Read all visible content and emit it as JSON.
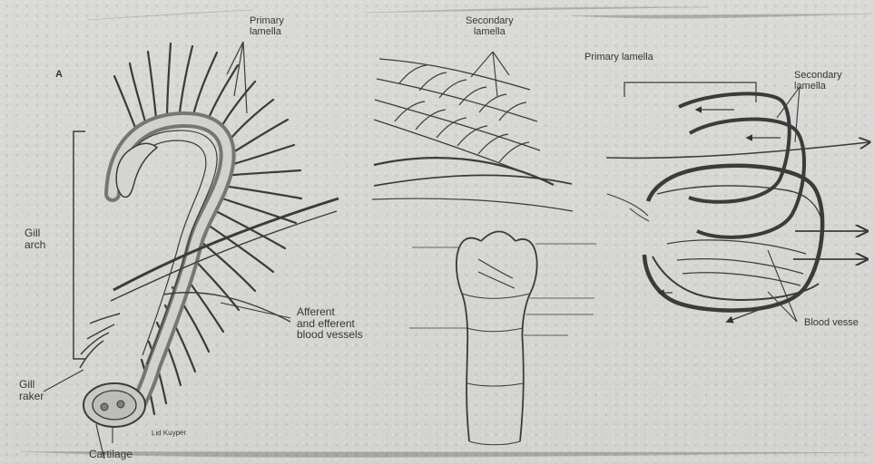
{
  "diagram": {
    "labels": {
      "panel_a": "A",
      "primary_lamella_left": "Primary\nlamella",
      "gill_arch": "Gill\narch",
      "gill_raker": "Gill\nraker",
      "cartilage": "Cartilage",
      "afferent_efferent": "Afferent\nand efferent\nblood vessels",
      "secondary_lamella_top": "Secondary\nlamella",
      "primary_lamella_right": "Primary lamella",
      "secondary_lamella_right": "Secondary\nlamella",
      "blood_vessels_right": "Blood vesse",
      "signature": "Lid Kuyper"
    }
  }
}
